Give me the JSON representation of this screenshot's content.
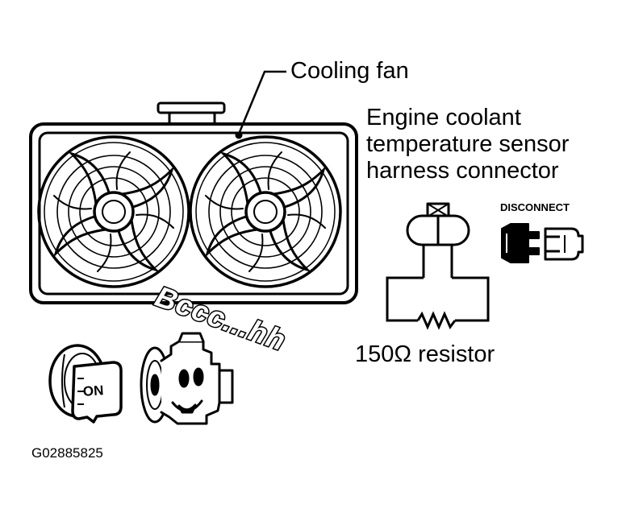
{
  "labels": {
    "cooling_fan": "Cooling fan",
    "sensor_line1": "Engine coolant",
    "sensor_line2": "temperature sensor",
    "sensor_line3": "harness connector",
    "resistor": "150Ω resistor",
    "disconnect": "DISCONNECT",
    "sound": "Bccc...hh",
    "ignition": "ON",
    "figure_id": "G02885825"
  },
  "icons": {
    "fan": "cooling-fan-icon",
    "key": "ignition-key-icon",
    "engine": "engine-icon",
    "connector": "harness-connector-icon",
    "resistor": "resistor-icon"
  },
  "colors": {
    "ink": "#000000",
    "paper": "#ffffff"
  }
}
